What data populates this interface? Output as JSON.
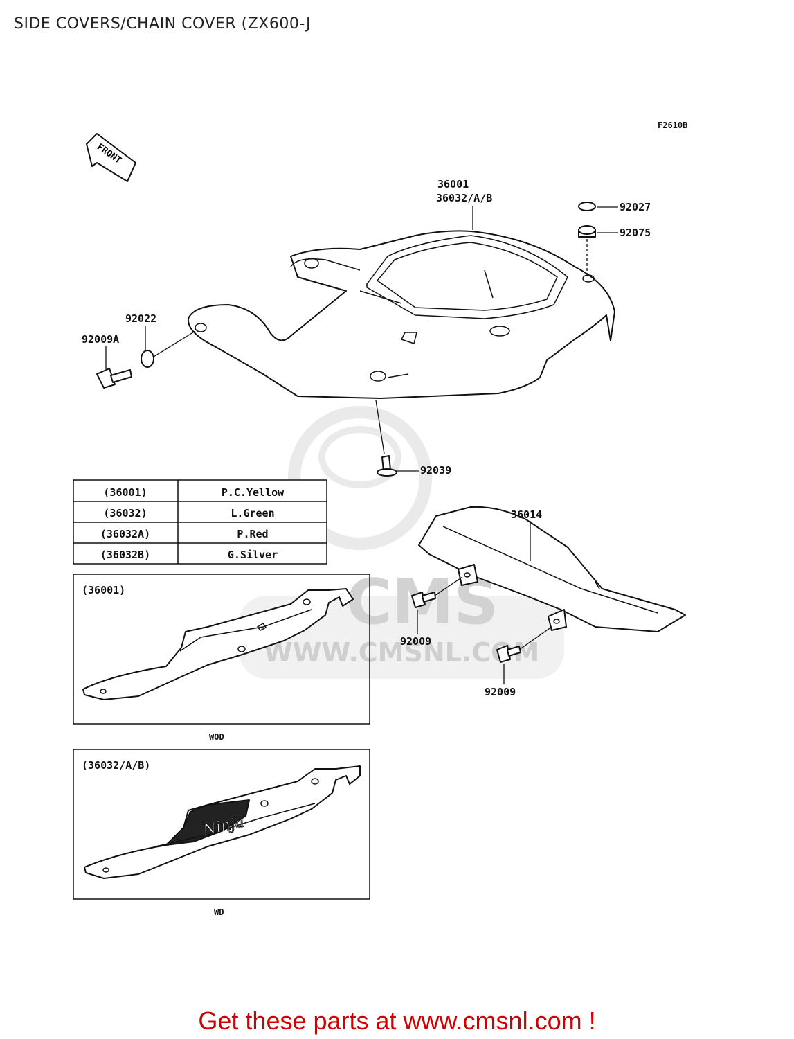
{
  "title": "SIDE COVERS/CHAIN COVER (ZX600-J",
  "figure_code": "F2610B",
  "front_label": "FRONT",
  "callouts": {
    "c36001": "36001",
    "c36032": "36032/A/B",
    "c92027": "92027",
    "c92075": "92075",
    "c92022": "92022",
    "c92009A": "92009A",
    "c92039": "92039",
    "c36014": "36014",
    "c92009a": "92009",
    "c92009b": "92009"
  },
  "color_table": [
    {
      "code": "(36001)",
      "color": "P.C.Yellow"
    },
    {
      "code": "(36032)",
      "color": "L.Green"
    },
    {
      "code": "(36032A)",
      "color": "P.Red"
    },
    {
      "code": "(36032B)",
      "color": "G.Silver"
    }
  ],
  "variant_boxes": [
    {
      "code": "(36001)",
      "caption": "WOD"
    },
    {
      "code": "(36032/A/B)",
      "caption": "WD"
    }
  ],
  "watermark": {
    "logo_text": "CMS",
    "url_text": "WWW.CMSNL.COM"
  },
  "footer": "Get these parts at www.cmsnl.com !",
  "colors": {
    "footer": "#d10000",
    "line": "#111111",
    "watermark": "#d8d8d8"
  }
}
